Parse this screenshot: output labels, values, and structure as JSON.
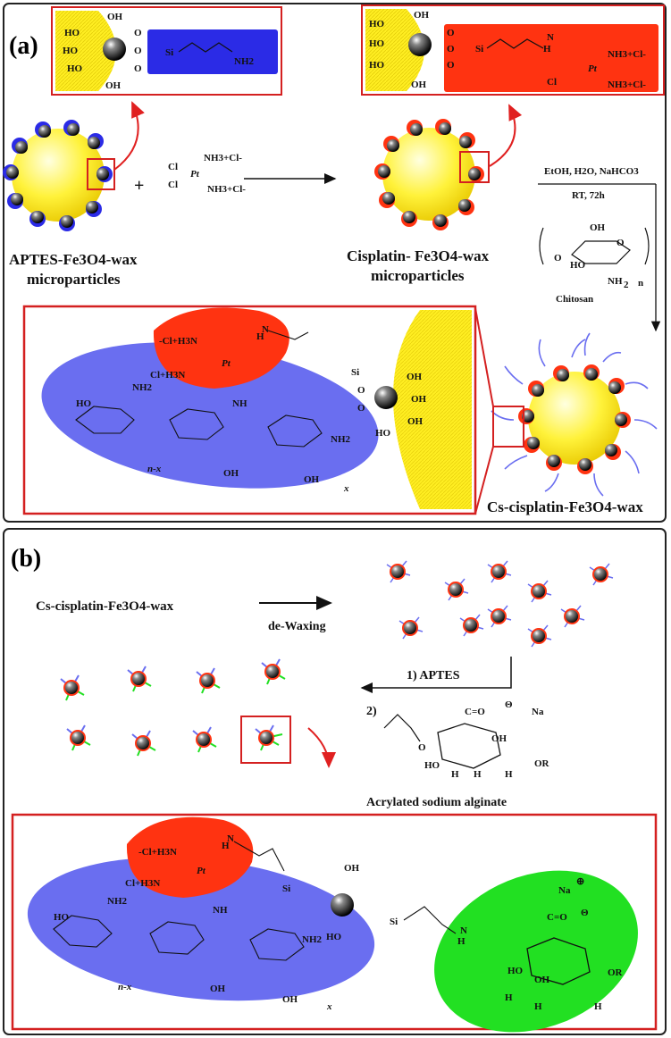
{
  "panel_a": {
    "tag": "(a)",
    "label_aptes_line1": "APTES-Fe3O4-wax",
    "label_aptes_line2": "microparticles",
    "label_cisplatin_line1": "Cisplatin- Fe3O4-wax",
    "label_cisplatin_line2": "microparticles",
    "plus": "+",
    "cisplatin_formula": {
      "cl1": "Cl",
      "cl2": "Cl",
      "pt": "Pt",
      "nh3_top": "NH3+Cl-",
      "nh3_bottom": "NH3+Cl-"
    },
    "reaction_conditions_line1": "EtOH, H2O, NaHCO3",
    "reaction_conditions_line2": "RT, 72h",
    "chitosan_label": "Chitosan",
    "chitosan_repeat": "n",
    "product_label": "Cs-cisplatin-Fe3O4-wax",
    "inset_amine": "NH2",
    "inset_si": "Si",
    "inset_oh": "OH",
    "inset_ho": "HO"
  },
  "panel_b": {
    "tag": "(b)",
    "start_label": "Cs-cisplatin-Fe3O4-wax",
    "step_dewax": "de-Waxing",
    "step1": "1) APTES",
    "step2": "2)",
    "alginate_label": "Acrylated sodium alginate",
    "na_label": "Na",
    "or_label": "OR"
  },
  "colors": {
    "frame": "#222222",
    "inset_border": "#d42020",
    "wax_yellow": "#ffee22",
    "chitosan_blue": "#6a6ef0",
    "cisplatin_red": "#ff3311",
    "aptes_blue": "#2b2be6",
    "alginate_green": "#22e022",
    "arrow_red": "#e02020"
  }
}
